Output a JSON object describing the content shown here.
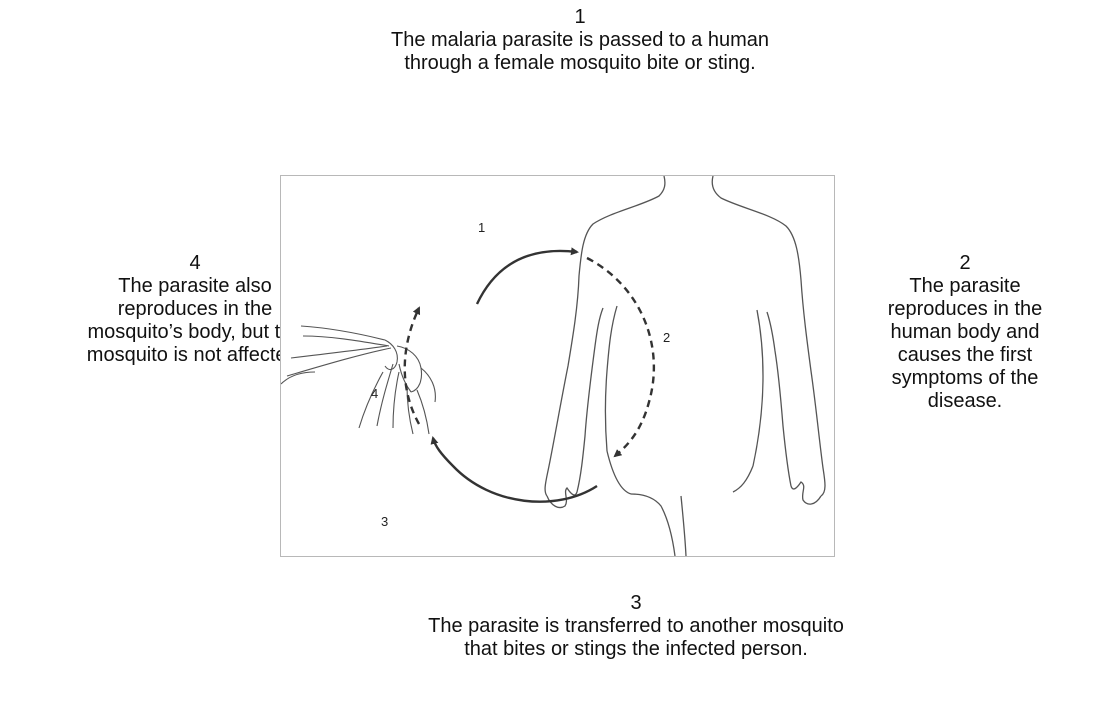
{
  "callouts": [
    {
      "number": "1",
      "text": "The malaria parasite is passed to a human through a female mosquito bite or sting."
    },
    {
      "number": "2",
      "text": "The parasite reproduces in the human body and causes the first symptoms of the disease."
    },
    {
      "number": "3",
      "text": "The parasite is transferred to another mosquito that bites or stings the infected person."
    },
    {
      "number": "4",
      "text": "The parasite also reproduces in the mosquito’s body, but the mosquito is not affected."
    }
  ],
  "figure": {
    "cycle_labels": [
      "1",
      "2",
      "3",
      "4"
    ],
    "line_color": "#333333"
  }
}
